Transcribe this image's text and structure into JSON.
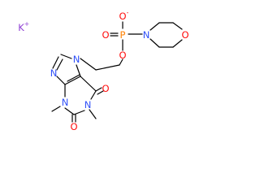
{
  "colors": {
    "bond": "#000000",
    "carbon_label": "#000000",
    "nitrogen": "#3050f8",
    "oxygen": "#ff0d0d",
    "phosphorus": "#ff8000",
    "potassium": "#8f40d4"
  },
  "molecule": {
    "counter_ion": {
      "symbol": "K",
      "charge": "+"
    },
    "atoms": {
      "p": "P",
      "o_phosphoryl": "O",
      "o_anion": {
        "symbol": "O",
        "charge": "-"
      },
      "o_ester": "O",
      "n_morpholine": "N",
      "o_morpholine": "O",
      "n7": "N",
      "n9": "N",
      "n3": "N",
      "n1": "N",
      "o6": "O",
      "o2": "O"
    }
  }
}
